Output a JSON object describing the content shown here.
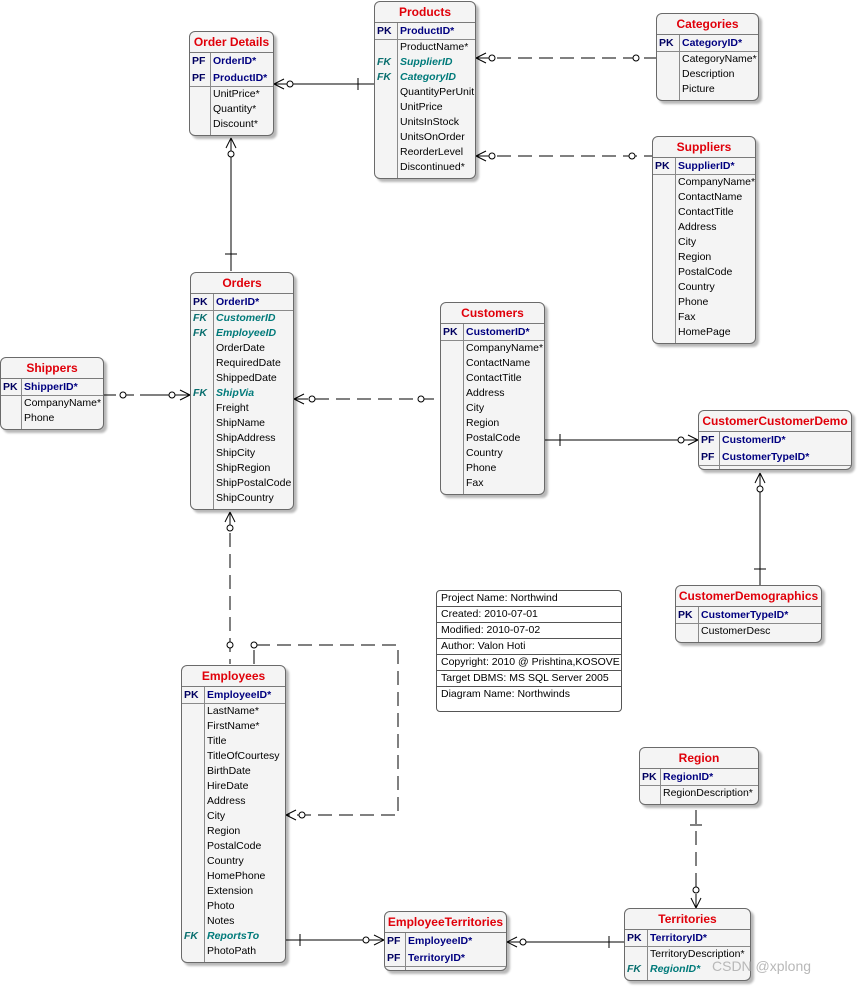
{
  "entities": {
    "order_details": {
      "title": "Order Details",
      "attrs": [
        {
          "key": "PF",
          "name": "OrderID*"
        },
        {
          "key": "PF",
          "name": "ProductID*"
        },
        {
          "key": "",
          "name": "UnitPrice*"
        },
        {
          "key": "",
          "name": "Quantity*"
        },
        {
          "key": "",
          "name": "Discount*"
        }
      ]
    },
    "products": {
      "title": "Products",
      "attrs": [
        {
          "key": "PK",
          "name": "ProductID*"
        },
        {
          "key": "",
          "name": "ProductName*"
        },
        {
          "key": "FK",
          "name": "SupplierID"
        },
        {
          "key": "FK",
          "name": "CategoryID"
        },
        {
          "key": "",
          "name": "QuantityPerUnit"
        },
        {
          "key": "",
          "name": "UnitPrice"
        },
        {
          "key": "",
          "name": "UnitsInStock"
        },
        {
          "key": "",
          "name": "UnitsOnOrder"
        },
        {
          "key": "",
          "name": "ReorderLevel"
        },
        {
          "key": "",
          "name": "Discontinued*"
        }
      ]
    },
    "categories": {
      "title": "Categories",
      "attrs": [
        {
          "key": "PK",
          "name": "CategoryID*"
        },
        {
          "key": "",
          "name": "CategoryName*"
        },
        {
          "key": "",
          "name": "Description"
        },
        {
          "key": "",
          "name": "Picture"
        }
      ]
    },
    "suppliers": {
      "title": "Suppliers",
      "attrs": [
        {
          "key": "PK",
          "name": "SupplierID*"
        },
        {
          "key": "",
          "name": "CompanyName*"
        },
        {
          "key": "",
          "name": "ContactName"
        },
        {
          "key": "",
          "name": "ContactTitle"
        },
        {
          "key": "",
          "name": "Address"
        },
        {
          "key": "",
          "name": "City"
        },
        {
          "key": "",
          "name": "Region"
        },
        {
          "key": "",
          "name": "PostalCode"
        },
        {
          "key": "",
          "name": "Country"
        },
        {
          "key": "",
          "name": "Phone"
        },
        {
          "key": "",
          "name": "Fax"
        },
        {
          "key": "",
          "name": "HomePage"
        }
      ]
    },
    "orders": {
      "title": "Orders",
      "attrs": [
        {
          "key": "PK",
          "name": "OrderID*"
        },
        {
          "key": "FK",
          "name": "CustomerID"
        },
        {
          "key": "FK",
          "name": "EmployeeID"
        },
        {
          "key": "",
          "name": "OrderDate"
        },
        {
          "key": "",
          "name": "RequiredDate"
        },
        {
          "key": "",
          "name": "ShippedDate"
        },
        {
          "key": "FK",
          "name": "ShipVia"
        },
        {
          "key": "",
          "name": "Freight"
        },
        {
          "key": "",
          "name": "ShipName"
        },
        {
          "key": "",
          "name": "ShipAddress"
        },
        {
          "key": "",
          "name": "ShipCity"
        },
        {
          "key": "",
          "name": "ShipRegion"
        },
        {
          "key": "",
          "name": "ShipPostalCode"
        },
        {
          "key": "",
          "name": "ShipCountry"
        }
      ]
    },
    "shippers": {
      "title": "Shippers",
      "attrs": [
        {
          "key": "PK",
          "name": "ShipperID*"
        },
        {
          "key": "",
          "name": "CompanyName*"
        },
        {
          "key": "",
          "name": "Phone"
        }
      ]
    },
    "customers": {
      "title": "Customers",
      "attrs": [
        {
          "key": "PK",
          "name": "CustomerID*"
        },
        {
          "key": "",
          "name": "CompanyName*"
        },
        {
          "key": "",
          "name": "ContactName"
        },
        {
          "key": "",
          "name": "ContactTitle"
        },
        {
          "key": "",
          "name": "Address"
        },
        {
          "key": "",
          "name": "City"
        },
        {
          "key": "",
          "name": "Region"
        },
        {
          "key": "",
          "name": "PostalCode"
        },
        {
          "key": "",
          "name": "Country"
        },
        {
          "key": "",
          "name": "Phone"
        },
        {
          "key": "",
          "name": "Fax"
        }
      ]
    },
    "customer_customer_demo": {
      "title": "CustomerCustomerDemo",
      "attrs": [
        {
          "key": "PF",
          "name": "CustomerID*"
        },
        {
          "key": "PF",
          "name": "CustomerTypeID*"
        }
      ]
    },
    "customer_demographics": {
      "title": "CustomerDemographics",
      "attrs": [
        {
          "key": "PK",
          "name": "CustomerTypeID*"
        },
        {
          "key": "",
          "name": "CustomerDesc"
        }
      ]
    },
    "employees": {
      "title": "Employees",
      "attrs": [
        {
          "key": "PK",
          "name": "EmployeeID*"
        },
        {
          "key": "",
          "name": "LastName*"
        },
        {
          "key": "",
          "name": "FirstName*"
        },
        {
          "key": "",
          "name": "Title"
        },
        {
          "key": "",
          "name": "TitleOfCourtesy"
        },
        {
          "key": "",
          "name": "BirthDate"
        },
        {
          "key": "",
          "name": "HireDate"
        },
        {
          "key": "",
          "name": "Address"
        },
        {
          "key": "",
          "name": "City"
        },
        {
          "key": "",
          "name": "Region"
        },
        {
          "key": "",
          "name": "PostalCode"
        },
        {
          "key": "",
          "name": "Country"
        },
        {
          "key": "",
          "name": "HomePhone"
        },
        {
          "key": "",
          "name": "Extension"
        },
        {
          "key": "",
          "name": "Photo"
        },
        {
          "key": "",
          "name": "Notes"
        },
        {
          "key": "FK",
          "name": "ReportsTo"
        },
        {
          "key": "",
          "name": "PhotoPath"
        }
      ]
    },
    "region": {
      "title": "Region",
      "attrs": [
        {
          "key": "PK",
          "name": "RegionID*"
        },
        {
          "key": "",
          "name": "RegionDescription*"
        }
      ]
    },
    "employee_territories": {
      "title": "EmployeeTerritories",
      "attrs": [
        {
          "key": "PF",
          "name": "EmployeeID*"
        },
        {
          "key": "PF",
          "name": "TerritoryID*"
        }
      ]
    },
    "territories": {
      "title": "Territories",
      "attrs": [
        {
          "key": "PK",
          "name": "TerritoryID*"
        },
        {
          "key": "",
          "name": "TerritoryDescription*"
        },
        {
          "key": "FK",
          "name": "RegionID*"
        }
      ]
    }
  },
  "info": {
    "project": "Project Name: Northwind",
    "created": "Created: 2010-07-01",
    "modified": "Modified: 2010-07-02",
    "author": "Author: Valon Hoti",
    "copyright": "Copyright: 2010 @ Prishtina,KOSOVE",
    "target": "Target DBMS: MS SQL Server 2005",
    "diagram": "Diagram Name: Northwinds"
  },
  "watermark": "CSDN @xplong",
  "colors": {
    "title": "#e0000a",
    "pk": "#000080",
    "fk": "#007a7a",
    "line": "#000000"
  }
}
